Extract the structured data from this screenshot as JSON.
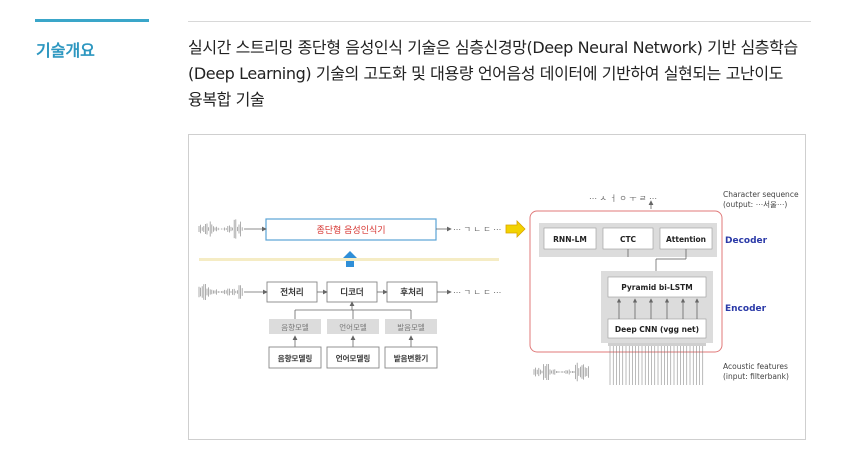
{
  "section": {
    "label": "기술개요",
    "intro_lines": [
      "실시간 스트리밍 종단형 음성인식 기술은 심층신경망(Deep Neural Network) 기반 심층학습",
      "(Deep Learning) 기술의 고도화 및 대용량 언어음성 데이터에 기반하여 실현되는 고난이도",
      "융복합 기술"
    ]
  },
  "diagram": {
    "left": {
      "e2e_box": "종단형 음성인식기",
      "output_chars_top": "⋯ ㄱ ㄴ ㄷ ⋯",
      "output_chars_bottom": "⋯ ㄱ ㄴ ㄷ ⋯",
      "pipeline": [
        "전처리",
        "디코더",
        "후처리"
      ],
      "models": [
        "음향모델",
        "언어모델",
        "발음모델"
      ],
      "modeling": [
        "음향모델링",
        "언어모델링",
        "발음변환기"
      ]
    },
    "right": {
      "output_chars": "⋯ ㅅ ㅓ ㅇ ㅜ ㄹ ⋯",
      "char_seq_label_1": "Character sequence",
      "char_seq_label_2": "(output: ⋯서울⋯)",
      "decoder_blocks": [
        "RNN-LM",
        "CTC",
        "Attention"
      ],
      "decoder_label": "Decoder",
      "encoder_blocks": [
        "Pyramid bi-LSTM",
        "Deep CNN (vgg net)"
      ],
      "encoder_label": "Encoder",
      "acoustic_label_1": "Acoustic features",
      "acoustic_label_2": "(input: filterbank)"
    },
    "colors": {
      "e2e_border": "#5aa3d6",
      "e2e_text": "#d6332f",
      "blue_arrow": "#2f8fd8",
      "yellow_arrow": "#f2d200",
      "red_outline": "#e07a7a",
      "label_blue": "#2b3aa8"
    }
  }
}
